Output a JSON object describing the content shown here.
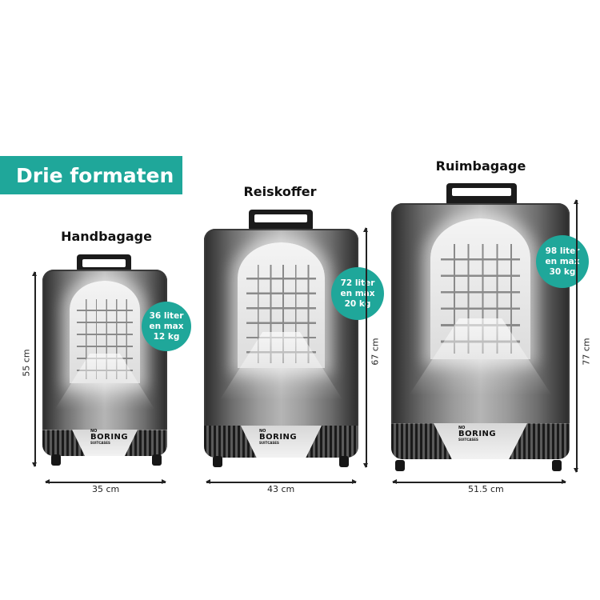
{
  "banner": "Drie formaten",
  "logo": {
    "line1": "NO",
    "line2": "BORING",
    "line3": "SUITCASES"
  },
  "suitcases": [
    {
      "title": "Handbagage",
      "liter": "36 liter",
      "mid": "en max",
      "kg": "12 kg",
      "width": "35 cm",
      "height": "55 cm"
    },
    {
      "title": "Reiskoffer",
      "liter": "72 liter",
      "mid": "en max",
      "kg": "20 kg",
      "width": "43 cm",
      "height": "67 cm"
    },
    {
      "title": "Ruimbagage",
      "liter": "98 liter",
      "mid": "en max",
      "kg": "30 kg",
      "width": "51.5 cm",
      "height": "77 cm"
    }
  ],
  "colors": {
    "accent": "#1fa79a",
    "handle": "#1b1b1b"
  }
}
